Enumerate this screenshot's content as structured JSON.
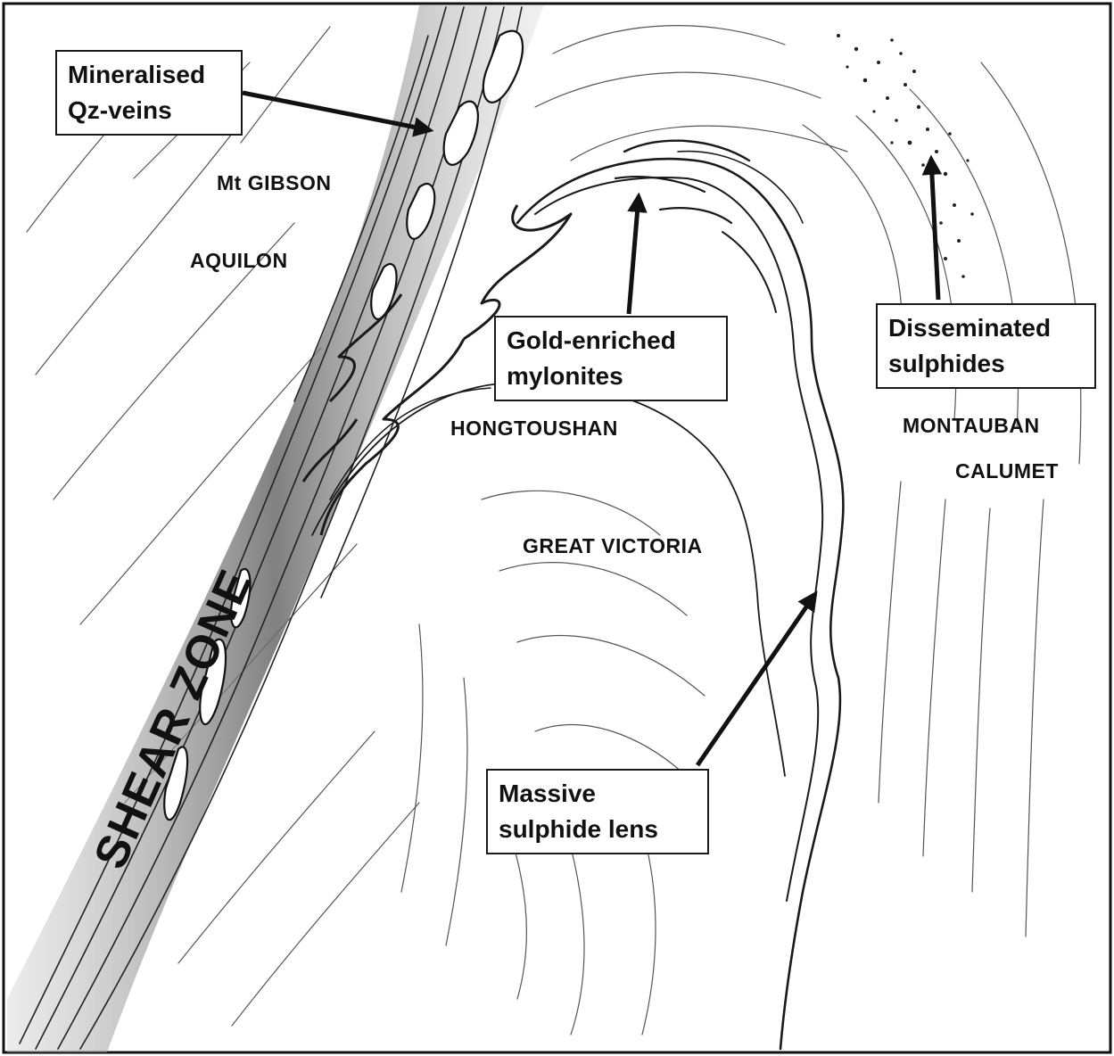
{
  "callouts": {
    "mineralised_veins": [
      "Mineralised",
      "Qz-veins"
    ],
    "gold_mylonites": [
      "Gold-enriched",
      "mylonites"
    ],
    "disseminated": [
      "Disseminated",
      "sulphides"
    ],
    "massive_lens": [
      "Massive",
      "sulphide lens"
    ]
  },
  "places": {
    "mt_gibson": "Mt GIBSON",
    "aquilon": "AQUILON",
    "hongtoushan": "HONGTOUSHAN",
    "montauban": "MONTAUBAN",
    "calumet": "CALUMET",
    "great_victoria": "GREAT VICTORIA"
  },
  "shear_zone_label": "SHEAR ZONE",
  "colors": {
    "ink": "#1a1a1a",
    "shear_shade": "#8a8a8a",
    "background": "#ffffff"
  }
}
